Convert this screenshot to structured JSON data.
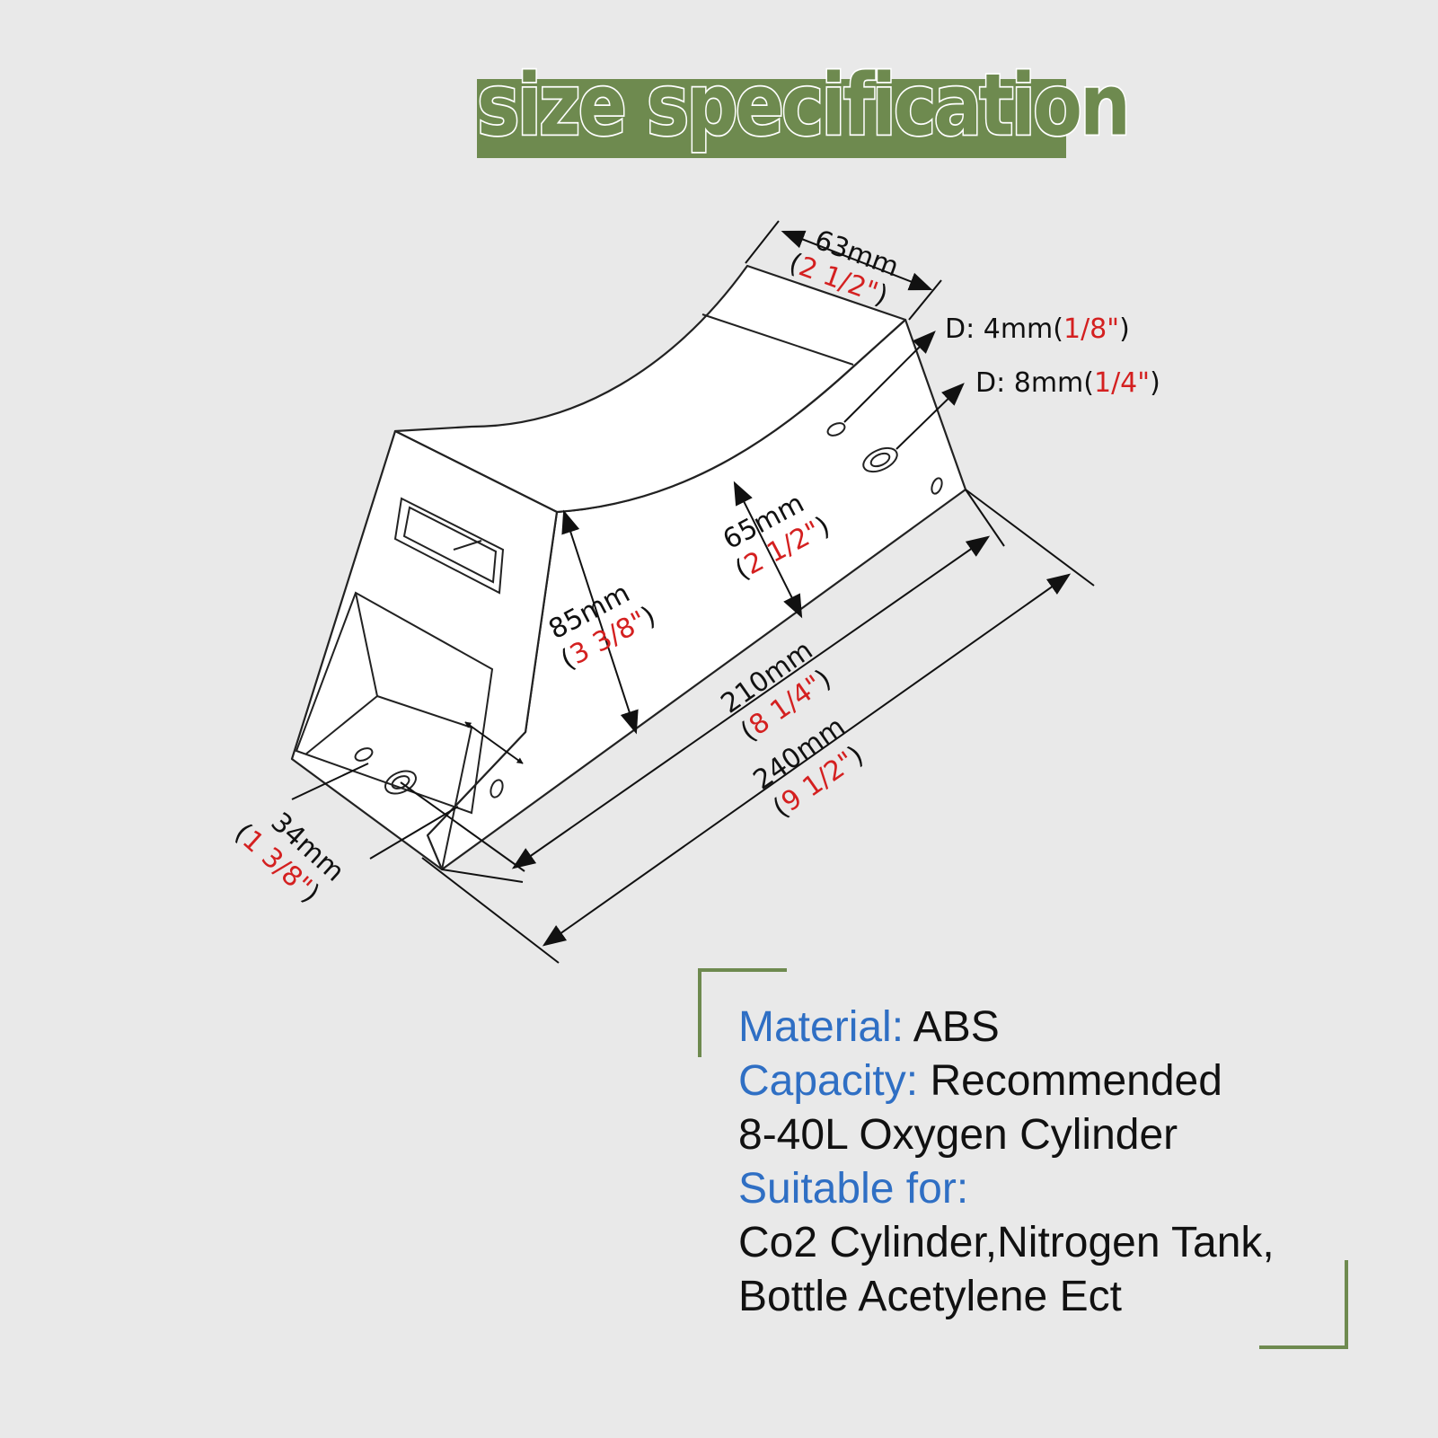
{
  "title": "size specification",
  "colors": {
    "accent_green": "#6e8a4f",
    "key_blue": "#2f6fc4",
    "fraction_red": "#d42020",
    "background": "#e9e9e9"
  },
  "dimensions": {
    "width_top": {
      "mm": "63mm",
      "inch_open": "(",
      "inch": "2 1/2\"",
      "inch_close": ")"
    },
    "hole_small": {
      "prefix": "D: 4mm(",
      "inch": "1/8\"",
      "close": ")"
    },
    "hole_large": {
      "prefix": "D: 8mm(",
      "inch": "1/4\"",
      "close": ")"
    },
    "cradle_depth": {
      "mm": "65mm",
      "inch_open": "(",
      "inch": "2 1/2\"",
      "inch_close": ")"
    },
    "height": {
      "mm": "85mm",
      "inch_open": "(",
      "inch": "3 3/8\"",
      "inch_close": ")"
    },
    "length_inner": {
      "mm": "210mm",
      "inch_open": "(",
      "inch": "8 1/4\"",
      "inch_close": ")"
    },
    "length_outer": {
      "mm": "240mm",
      "inch_open": "(",
      "inch": "9 1/2\"",
      "inch_close": ")"
    },
    "base_width": {
      "mm": "34mm",
      "inch_open": "(",
      "inch": "1 3/8\"",
      "inch_close": ")"
    }
  },
  "specs": {
    "material_key": "Material:",
    "material_value": "ABS",
    "capacity_key": "Capacity:",
    "capacity_value": "Recommended",
    "capacity_value_2": "8-40L Oxygen Cylinder",
    "suitable_key": "Suitable for:",
    "suitable_value": "Co2 Cylinder,Nitrogen Tank,",
    "suitable_value_2": "Bottle Acetylene Ect"
  }
}
